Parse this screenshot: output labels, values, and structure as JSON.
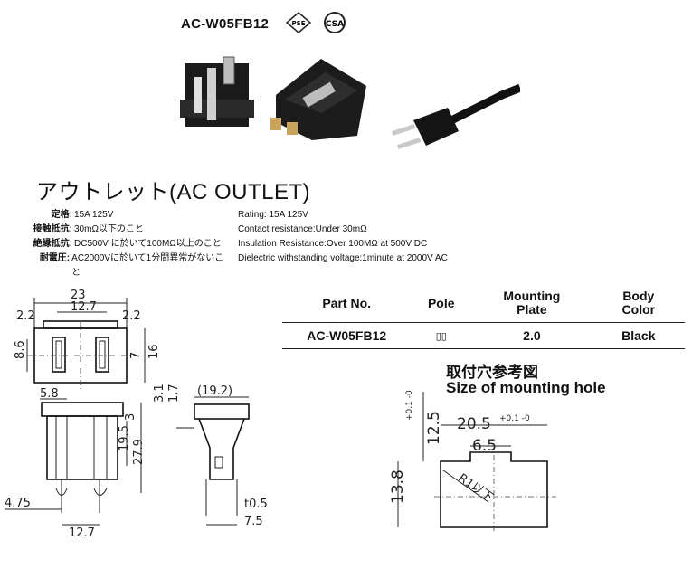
{
  "header": {
    "model": "AC-W05FB12",
    "cert_pse": "PSE",
    "cert_csa": "CSA"
  },
  "title": "アウトレット(AC OUTLET)",
  "specs_jp": [
    {
      "key": "定格:",
      "value": "15A 125V"
    },
    {
      "key": "接触抵抗:",
      "value": "30mΩ以下のこと"
    },
    {
      "key": "絶縁抵抗:",
      "value": "DC500V に於いて100MΩ以上のこと"
    },
    {
      "key": "耐電圧:",
      "value": "AC2000Vに於いて1分間異常がないこと"
    }
  ],
  "specs_en": [
    "Rating: 15A 125V",
    "Contact resistance:Under 30mΩ",
    "Insulation Resistance:Over 100MΩ at 500V DC",
    "Dielectric withstanding voltage:1minute at 2000V AC"
  ],
  "parts_table": {
    "headers": [
      "Part No.",
      "Pole",
      "Mounting Plate",
      "Body Color"
    ],
    "rows": [
      [
        "AC-W05FB12",
        "▯▯",
        "2.0",
        "Black"
      ]
    ]
  },
  "mounting_hole": {
    "title_jp": "取付穴参考図",
    "title_en": "Size of mounting hole"
  },
  "dimensions": {
    "front_width": "23",
    "front_pitch": "12.7",
    "front_left_offset": "2.2",
    "front_right_offset": "2.2",
    "front_slot_height": "8.6",
    "front_slot_inner": "7",
    "front_height": "16",
    "side_5_8": "5.8",
    "side_3": "3",
    "side_19_5": "19.5",
    "side_27_9": "27.9",
    "side_4_75": "4.75",
    "side_bottom_pitch": "12.7",
    "end_3_1": "3.1",
    "end_1_7": "1.7",
    "end_19_2": "(19.2)",
    "end_t0_5": "t0.5",
    "end_7_5": "7.5",
    "hole_width": "20.5",
    "hole_width_tol": "+0.1 -0",
    "hole_notch": "6.5",
    "hole_height": "12.5",
    "hole_height_tol": "+0.1 -0",
    "hole_total": "13.8",
    "hole_radius": "R1以下"
  }
}
